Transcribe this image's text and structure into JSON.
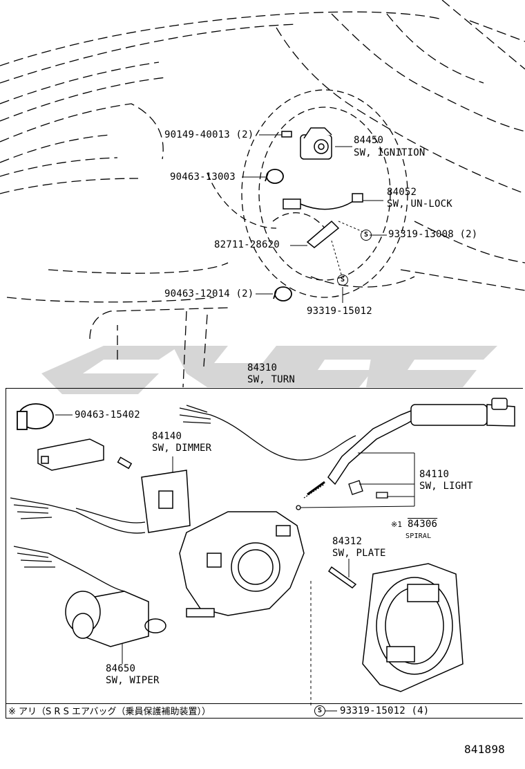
{
  "parts": {
    "p90149": {
      "number": "90149-40013 (2)"
    },
    "p84450": {
      "number": "84450",
      "name": "SW, IGNITION"
    },
    "p90463a": {
      "number": "90463-13003"
    },
    "p84052": {
      "number": "84052",
      "name": "SW, UN-LOCK"
    },
    "p93319a": {
      "number": "93319-13008 (2)"
    },
    "p82711": {
      "number": "82711-28620"
    },
    "p90463b": {
      "number": "90463-12014 (2)"
    },
    "p93319b": {
      "number": "93319-15012"
    },
    "p84310": {
      "number": "84310",
      "name": "SW, TURN"
    },
    "p90463c": {
      "number": "90463-15402"
    },
    "p84140": {
      "number": "84140",
      "name": "SW, DIMMER"
    },
    "p84110": {
      "number": "84110",
      "name": "SW, LIGHT"
    },
    "p84306": {
      "number": "84306",
      "prefix": "※1",
      "name": "SPIRAL"
    },
    "p84312": {
      "number": "84312",
      "name": "SW, PLATE"
    },
    "p84650": {
      "number": "84650",
      "name": "SW, WIPER"
    },
    "p93319c": {
      "number": "93319-15012 (4)"
    }
  },
  "screw_symbol": "S",
  "footnote": "※ アリ（S R S  エアバッグ（乗員保護補助装置））",
  "diagram_id": "841898",
  "colors": {
    "line": "#000000",
    "watermark": "#c8c8c8"
  }
}
